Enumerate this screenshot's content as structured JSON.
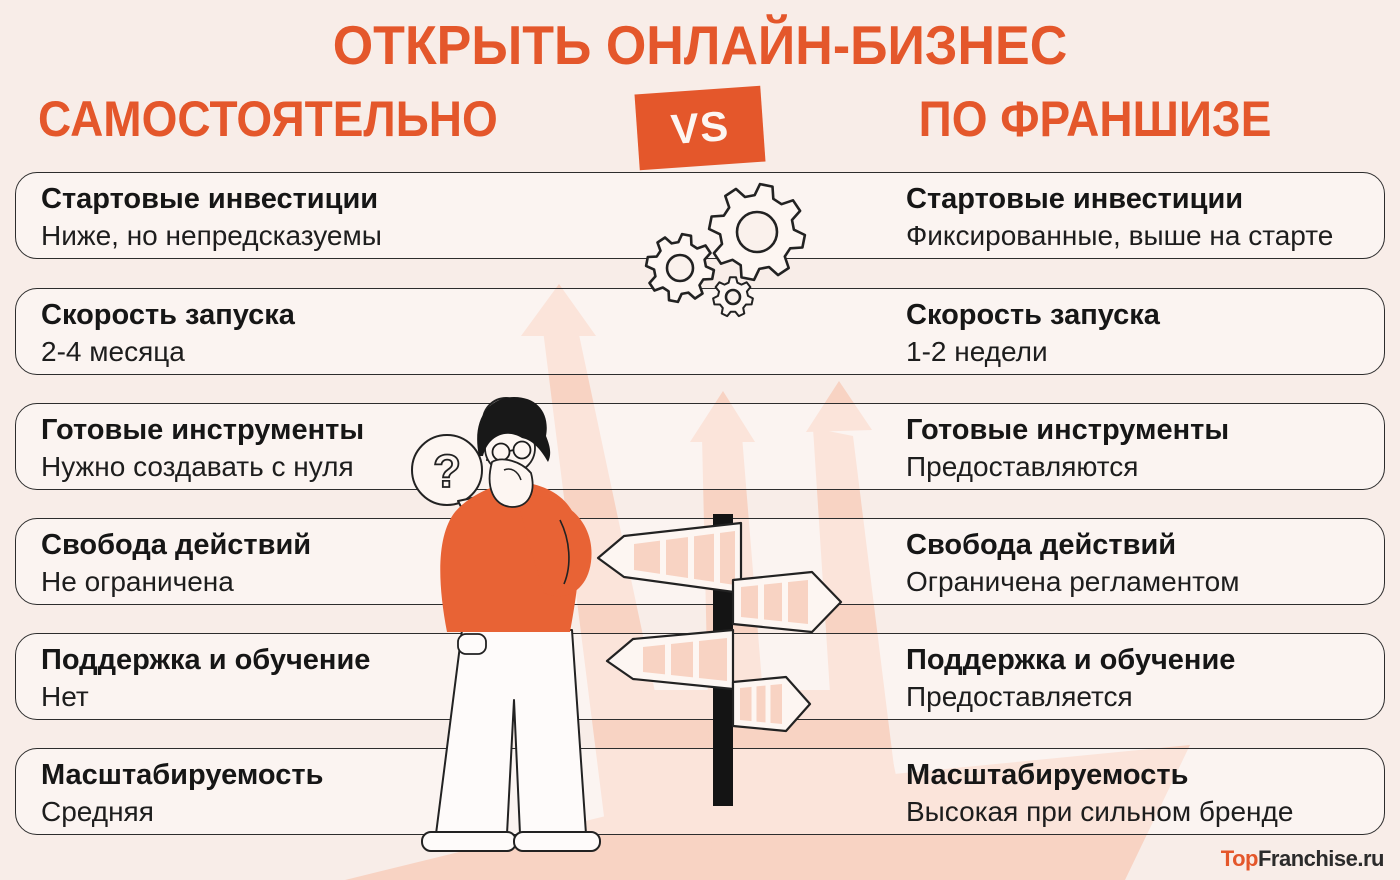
{
  "header": {
    "title": "ОТКРЫТЬ ОНЛАЙН-БИЗНЕС",
    "left_option": "САМОСТОЯТЕЛЬНО",
    "vs_label": "VS",
    "right_option": "ПО ФРАНШИЗЕ"
  },
  "comparison_rows": [
    {
      "criterion": "Стартовые инвестиции",
      "self": "Ниже, но непредсказуемы",
      "franchise": "Фиксированные, выше на старте"
    },
    {
      "criterion": "Скорость запуска",
      "self": "2-4 месяца",
      "franchise": "1-2 недели"
    },
    {
      "criterion": "Готовые инструменты",
      "self": "Нужно создавать с нуля",
      "franchise": "Предоставляются"
    },
    {
      "criterion": "Свобода действий",
      "self": "Не ограничена",
      "franchise": "Ограничена регламентом"
    },
    {
      "criterion": "Поддержка и обучение",
      "self": "Нет",
      "franchise": "Предоставляется"
    },
    {
      "criterion": "Масштабируемость",
      "self": "Средняя",
      "franchise": "Высокая при сильном бренде"
    }
  ],
  "illustration": {
    "question_bubble_glyph": "?",
    "icons": [
      "gears-icon",
      "question-bubble-icon",
      "gear-bubble-icon",
      "thinking-person",
      "signpost-icon",
      "upward-arrows-background"
    ]
  },
  "footer": {
    "logo_prefix": "Top",
    "logo_suffix": "Franchise.ru"
  },
  "colors": {
    "accent_orange": "#E4572B",
    "sweater_orange": "#E86335",
    "pale_peach": "#F8D3C3",
    "background": "#F8EDE8",
    "text_dark": "#1D1D1D"
  }
}
